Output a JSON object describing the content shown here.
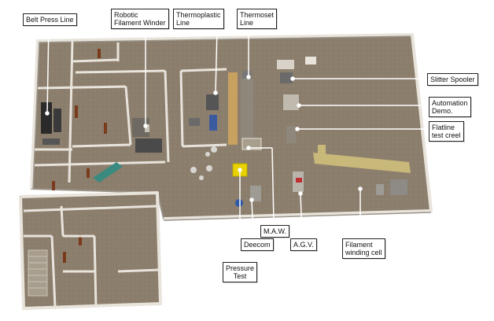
{
  "labels": {
    "belt_press_line": "Belt Press Line",
    "robotic_filament_winder": "Robotic\nFilament Winder",
    "thermoplastic_line": "Thermoplastic\nLine",
    "thermoset_line": "Thermoset\nLine",
    "slitter_spooler": "Slitter Spooler",
    "automation_demo": "Automation\nDemo.",
    "flatline_test_creel": "Flatline\ntest creel",
    "maw": "M.A.W.",
    "deecom": "Deecom",
    "agv": "A.G.V.",
    "filament_winding_cell": "Filament\nwinding cell",
    "pressure_test": "Pressure\nTest"
  },
  "colors": {
    "floor": "#8c7e6c",
    "wall": "#e8e4dc",
    "wall_shadow": "#9a948a",
    "door": "#7a3a1c",
    "pointer": "#ffffff",
    "yellow_machine": "#e8d200",
    "blue_tank": "#2f58a8"
  }
}
